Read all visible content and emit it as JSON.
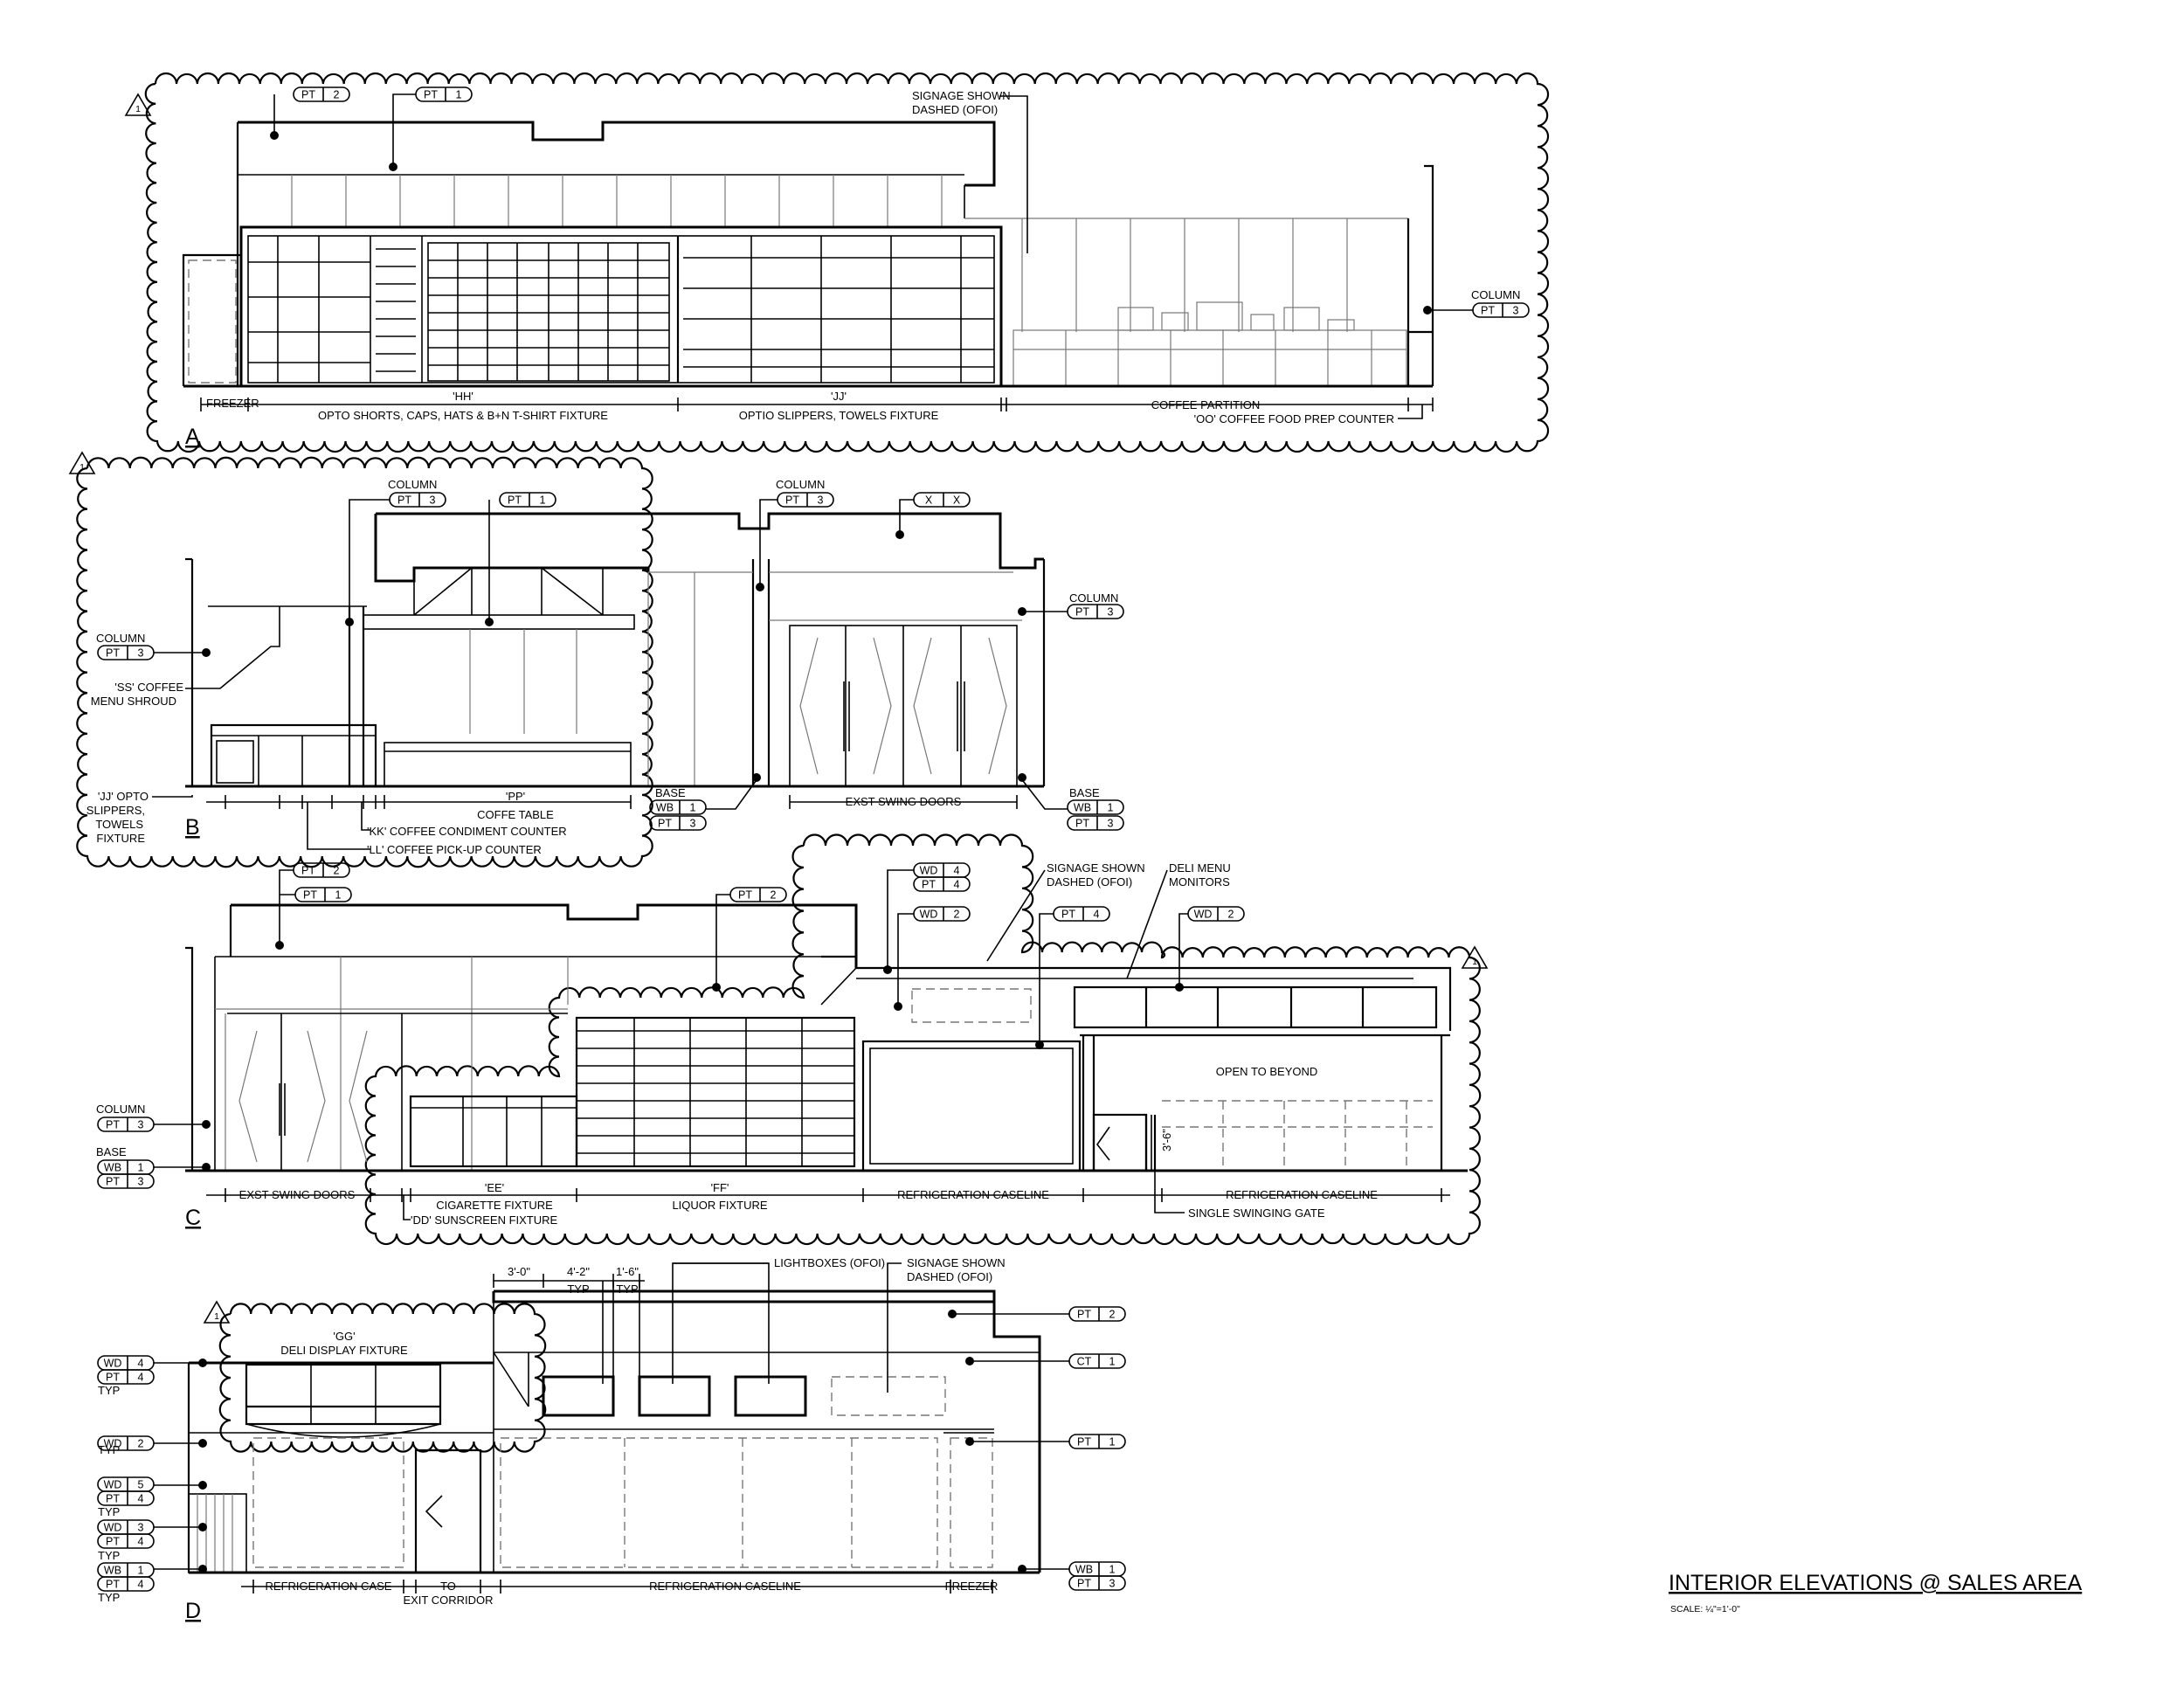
{
  "sheet": {
    "title": "INTERIOR ELEVATIONS @ SALES AREA",
    "scale": "SCALE: ¼\"=1'-0\"",
    "revision": "1"
  },
  "elev_a": {
    "label": "A",
    "tag_pt2": [
      "PT",
      "2"
    ],
    "tag_pt1": [
      "PT",
      "1"
    ],
    "tag_col_pt3": [
      "PT",
      "3"
    ],
    "column": "COLUMN",
    "signage_1": "SIGNAGE SHOWN",
    "signage_2": "DASHED (OFOI)",
    "freezer": "FREEZER",
    "hh_code": "'HH'",
    "hh_desc": "OPTO SHORTS, CAPS, HATS & B+N T-SHIRT FIXTURE",
    "jj_code": "'JJ'",
    "jj_desc": "OPTIO SLIPPERS, TOWELS FIXTURE",
    "coffee_partition": "COFFEE PARTITION",
    "oo_counter": "'OO' COFFEE FOOD PREP COUNTER"
  },
  "elev_b": {
    "label": "B",
    "column": "COLUMN",
    "tag_pt3": [
      "PT",
      "3"
    ],
    "tag_pt1": [
      "PT",
      "1"
    ],
    "tag_xx": [
      "X",
      "X"
    ],
    "ss_1": "'SS' COFFEE",
    "ss_2": "MENU SHROUD",
    "jj_1": "'JJ' OPTO",
    "jj_2": "SLIPPERS,",
    "jj_3": "TOWELS",
    "jj_4": "FIXTURE",
    "pp_code": "'PP'",
    "pp_desc": "COFFE TABLE",
    "kk": "'KK' COFFEE CONDIMENT COUNTER",
    "ll": "'LL' COFFEE PICK-UP COUNTER",
    "base": "BASE",
    "tag_wb1": [
      "WB",
      "1"
    ],
    "doors": "EXST SWING DOORS"
  },
  "elev_c": {
    "label": "C",
    "column": "COLUMN",
    "base": "BASE",
    "tag_pt2": [
      "PT",
      "2"
    ],
    "tag_pt1": [
      "PT",
      "1"
    ],
    "tag_pt3": [
      "PT",
      "3"
    ],
    "tag_wb1": [
      "WB",
      "1"
    ],
    "tag_wd4": [
      "WD",
      "4"
    ],
    "tag_pt4": [
      "PT",
      "4"
    ],
    "tag_wd2": [
      "WD",
      "2"
    ],
    "signage_1": "SIGNAGE SHOWN",
    "signage_2": "DASHED (OFOI)",
    "deli_1": "DELI MENU",
    "deli_2": "MONITORS",
    "open_beyond": "OPEN TO BEYOND",
    "dim_gate": "3'-6\"",
    "doors": "EXST SWING DOORS",
    "ee_code": "'EE'",
    "ee_desc": "CIGARETTE FIXTURE",
    "dd": "'DD' SUNSCREEN FIXTURE",
    "ff_code": "'FF'",
    "ff_desc": "LIQUOR FIXTURE",
    "refrig_1": "REFRIGERATION CASELINE",
    "refrig_2": "REFRIGERATION CASELINE",
    "gate": "SINGLE SWINGING GATE"
  },
  "elev_d": {
    "label": "D",
    "gg_code": "'GG'",
    "gg_desc": "DELI DISPLAY FIXTURE",
    "dim_1": "3'-0\"",
    "dim_2": "4'-2\"",
    "dim_2b": "TYP",
    "dim_3": "1'-6\"",
    "dim_3b": "TYP",
    "lightboxes": "LIGHTBOXES (OFOI)",
    "signage_1": "SIGNAGE SHOWN",
    "signage_2": "DASHED (OFOI)",
    "typ": "TYP",
    "tag_wd4": [
      "WD",
      "4"
    ],
    "tag_pt4": [
      "PT",
      "4"
    ],
    "tag_wd2": [
      "WD",
      "2"
    ],
    "tag_wd5": [
      "WD",
      "5"
    ],
    "tag_wd3": [
      "WD",
      "3"
    ],
    "tag_wb1": [
      "WB",
      "1"
    ],
    "tag_pt2": [
      "PT",
      "2"
    ],
    "tag_ct1": [
      "CT",
      "1"
    ],
    "tag_pt1": [
      "PT",
      "1"
    ],
    "tag_pt3": [
      "PT",
      "3"
    ],
    "refrig_case": "REFRIGERATION CASE",
    "to": "TO",
    "exit": "EXIT CORRIDOR",
    "refrig_line": "REFRIGERATION CASELINE",
    "freezer": "FREEZER"
  }
}
